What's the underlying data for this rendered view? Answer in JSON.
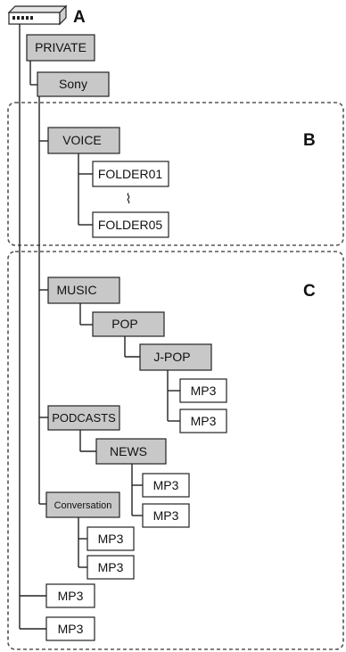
{
  "colors": {
    "folder_gray_fill": "#c8c8c8",
    "folder_white_fill": "#ffffff",
    "stroke": "#222222",
    "dash": "#555555"
  },
  "icons": {
    "device": "storage-device-icon"
  },
  "markers": {
    "a": "A",
    "b": "B",
    "c": "C"
  },
  "ellipsis": "⌇",
  "tree": {
    "private": "PRIVATE",
    "sony": "Sony",
    "voice": "VOICE",
    "folder01": "FOLDER01",
    "folder05": "FOLDER05",
    "music": "MUSIC",
    "pop": "POP",
    "jpop": "J-POP",
    "jpop_file1": "MP3",
    "jpop_file2": "MP3",
    "podcasts": "PODCASTS",
    "news": "NEWS",
    "news_file1": "MP3",
    "news_file2": "MP3",
    "conversation": "Conversation",
    "conv_file1": "MP3",
    "conv_file2": "MP3",
    "root_file1": "MP3",
    "root_file2": "MP3"
  }
}
